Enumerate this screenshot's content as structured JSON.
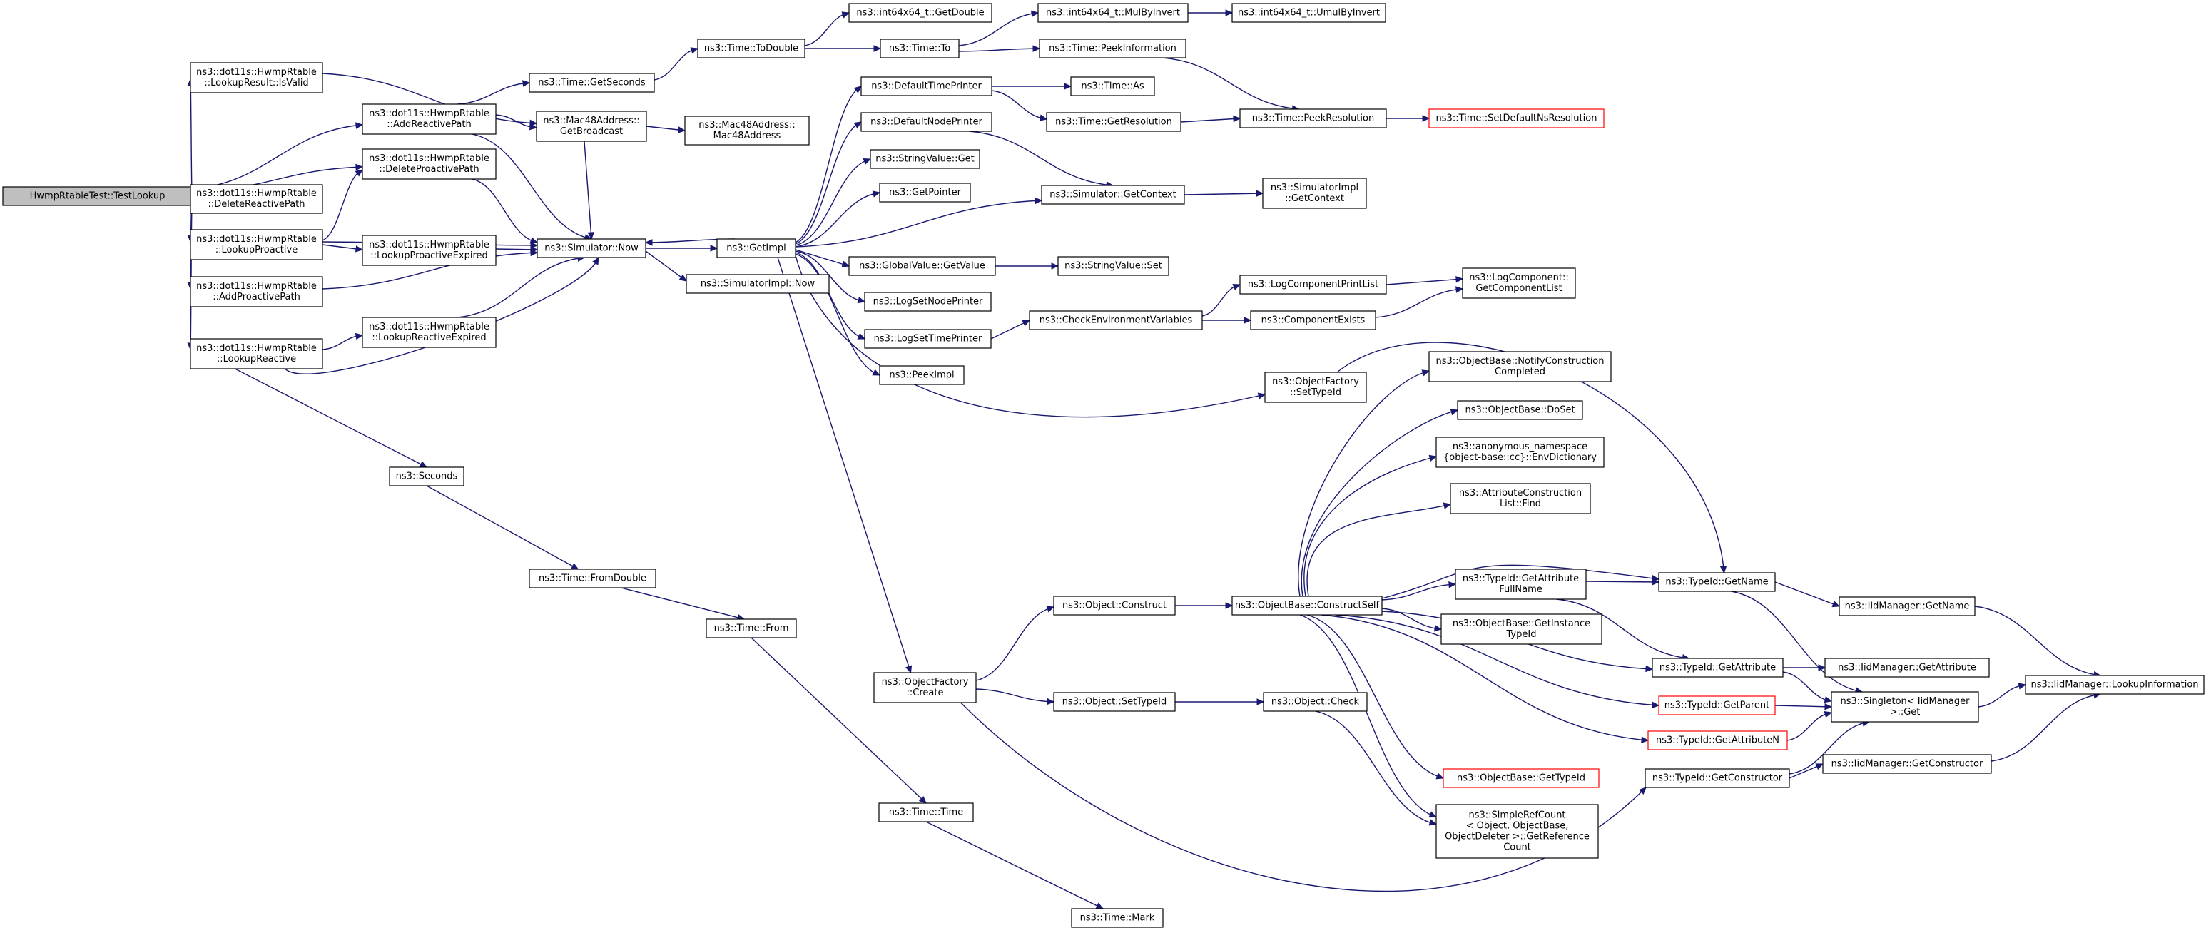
{
  "graph": {
    "accent": "#191970",
    "highlight_stroke": "#ff0000",
    "root_fill": "#bfbfbf",
    "nodes": [
      {
        "id": "root",
        "lines": [
          "HwmpRtableTest::TestLookup"
        ]
      },
      {
        "id": "isvalid",
        "lines": [
          "ns3::dot11s::HwmpRtable",
          "::LookupResult::IsValid"
        ]
      },
      {
        "id": "addreactive",
        "lines": [
          "ns3::dot11s::HwmpRtable",
          "::AddReactivePath"
        ]
      },
      {
        "id": "deleteproactive",
        "lines": [
          "ns3::dot11s::HwmpRtable",
          "::DeleteProactivePath"
        ]
      },
      {
        "id": "deletereactive",
        "lines": [
          "ns3::dot11s::HwmpRtable",
          "::DeleteReactivePath"
        ]
      },
      {
        "id": "lookupproactive",
        "lines": [
          "ns3::dot11s::HwmpRtable",
          "::LookupProactive"
        ]
      },
      {
        "id": "lookupproactiveexpired",
        "lines": [
          "ns3::dot11s::HwmpRtable",
          "::LookupProactiveExpired"
        ]
      },
      {
        "id": "addproactive",
        "lines": [
          "ns3::dot11s::HwmpRtable",
          "::AddProactivePath"
        ]
      },
      {
        "id": "lookupreactive",
        "lines": [
          "ns3::dot11s::HwmpRtable",
          "::LookupReactive"
        ]
      },
      {
        "id": "lookupreactiveexpired",
        "lines": [
          "ns3::dot11s::HwmpRtable",
          "::LookupReactiveExpired"
        ]
      },
      {
        "id": "getseconds",
        "lines": [
          "ns3::Time::GetSeconds"
        ]
      },
      {
        "id": "getbroadcast",
        "lines": [
          "ns3::Mac48Address::",
          "GetBroadcast"
        ]
      },
      {
        "id": "mac48ctor",
        "lines": [
          "ns3::Mac48Address::",
          "Mac48Address"
        ]
      },
      {
        "id": "simnow",
        "lines": [
          "ns3::Simulator::Now"
        ]
      },
      {
        "id": "seconds",
        "lines": [
          "ns3::Seconds"
        ]
      },
      {
        "id": "fromdouble",
        "lines": [
          "ns3::Time::FromDouble"
        ]
      },
      {
        "id": "timefrom",
        "lines": [
          "ns3::Time::From"
        ]
      },
      {
        "id": "timetime",
        "lines": [
          "ns3::Time::Time"
        ]
      },
      {
        "id": "timemark",
        "lines": [
          "ns3::Time::Mark"
        ]
      },
      {
        "id": "todouble",
        "lines": [
          "ns3::Time::ToDouble"
        ]
      },
      {
        "id": "getdouble",
        "lines": [
          "ns3::int64x64_t::GetDouble"
        ]
      },
      {
        "id": "timeto",
        "lines": [
          "ns3::Time::To"
        ]
      },
      {
        "id": "mulbyinvert",
        "lines": [
          "ns3::int64x64_t::MulByInvert"
        ]
      },
      {
        "id": "umulbyinvert",
        "lines": [
          "ns3::int64x64_t::UmulByInvert"
        ]
      },
      {
        "id": "peekinformation",
        "lines": [
          "ns3::Time::PeekInformation"
        ]
      },
      {
        "id": "getimpl",
        "lines": [
          "ns3::GetImpl"
        ]
      },
      {
        "id": "simimplnow",
        "lines": [
          "ns3::SimulatorImpl::Now"
        ]
      },
      {
        "id": "defaulttimeprinter",
        "lines": [
          "ns3::DefaultTimePrinter"
        ]
      },
      {
        "id": "timeas",
        "lines": [
          "ns3::Time::As"
        ]
      },
      {
        "id": "getresolution",
        "lines": [
          "ns3::Time::GetResolution"
        ]
      },
      {
        "id": "peekresolution",
        "lines": [
          "ns3::Time::PeekResolution"
        ]
      },
      {
        "id": "setdefaultns",
        "lines": [
          "ns3::Time::SetDefaultNsResolution"
        ]
      },
      {
        "id": "defaultnodeprinter",
        "lines": [
          "ns3::DefaultNodePrinter"
        ]
      },
      {
        "id": "stringvalueget",
        "lines": [
          "ns3::StringValue::Get"
        ]
      },
      {
        "id": "getpointer",
        "lines": [
          "ns3::GetPointer"
        ]
      },
      {
        "id": "getcontext",
        "lines": [
          "ns3::Simulator::GetContext"
        ]
      },
      {
        "id": "simimplgetcontext",
        "lines": [
          "ns3::SimulatorImpl",
          "::GetContext"
        ]
      },
      {
        "id": "globalvalueget",
        "lines": [
          "ns3::GlobalValue::GetValue"
        ]
      },
      {
        "id": "stringvalueset",
        "lines": [
          "ns3::StringValue::Set"
        ]
      },
      {
        "id": "logsetnodeprinter",
        "lines": [
          "ns3::LogSetNodePrinter"
        ]
      },
      {
        "id": "logsettimeprinter",
        "lines": [
          "ns3::LogSetTimePrinter"
        ]
      },
      {
        "id": "checkenv",
        "lines": [
          "ns3::CheckEnvironmentVariables"
        ]
      },
      {
        "id": "logcompprintlist",
        "lines": [
          "ns3::LogComponentPrintList"
        ]
      },
      {
        "id": "componentexists",
        "lines": [
          "ns3::ComponentExists"
        ]
      },
      {
        "id": "getcomponentlist",
        "lines": [
          "ns3::LogComponent::",
          "GetComponentList"
        ]
      },
      {
        "id": "peekimpl",
        "lines": [
          "ns3::PeekImpl"
        ]
      },
      {
        "id": "objfactorysettypeid",
        "lines": [
          "ns3::ObjectFactory",
          "::SetTypeId"
        ]
      },
      {
        "id": "objfactorycreate",
        "lines": [
          "ns3::ObjectFactory",
          "::Create"
        ]
      },
      {
        "id": "objectconstruct",
        "lines": [
          "ns3::Object::Construct"
        ]
      },
      {
        "id": "objectsettypeid",
        "lines": [
          "ns3::Object::SetTypeId"
        ]
      },
      {
        "id": "objectcheck",
        "lines": [
          "ns3::Object::Check"
        ]
      },
      {
        "id": "constructself",
        "lines": [
          "ns3::ObjectBase::ConstructSelf"
        ]
      },
      {
        "id": "notifyconstruction",
        "lines": [
          "ns3::ObjectBase::NotifyConstruction",
          "Completed"
        ]
      },
      {
        "id": "doset",
        "lines": [
          "ns3::ObjectBase::DoSet"
        ]
      },
      {
        "id": "envdictionary",
        "lines": [
          "ns3::anonymous_namespace",
          "{object-base::cc}::EnvDictionary"
        ]
      },
      {
        "id": "attrconstructfind",
        "lines": [
          "ns3::AttributeConstruction",
          "List::Find"
        ]
      },
      {
        "id": "getattributefullname",
        "lines": [
          "ns3::TypeId::GetAttribute",
          "FullName"
        ]
      },
      {
        "id": "getinstancetypeid",
        "lines": [
          "ns3::ObjectBase::GetInstance",
          "TypeId"
        ]
      },
      {
        "id": "typeidgetname",
        "lines": [
          "ns3::TypeId::GetName"
        ]
      },
      {
        "id": "iidgetname",
        "lines": [
          "ns3::IidManager::GetName"
        ]
      },
      {
        "id": "typeidgetattribute",
        "lines": [
          "ns3::TypeId::GetAttribute"
        ]
      },
      {
        "id": "iidgetattribute",
        "lines": [
          "ns3::IidManager::GetAttribute"
        ]
      },
      {
        "id": "typeidgetparent",
        "lines": [
          "ns3::TypeId::GetParent"
        ]
      },
      {
        "id": "singletonget",
        "lines": [
          "ns3::Singleton< IidManager",
          " >::Get"
        ]
      },
      {
        "id": "typeidgetattributen",
        "lines": [
          "ns3::TypeId::GetAttributeN"
        ]
      },
      {
        "id": "objbasegettypeid",
        "lines": [
          "ns3::ObjectBase::GetTypeId"
        ]
      },
      {
        "id": "getconstructor",
        "lines": [
          "ns3::TypeId::GetConstructor"
        ]
      },
      {
        "id": "iidgetconstructor",
        "lines": [
          "ns3::IidManager::GetConstructor"
        ]
      },
      {
        "id": "iidlookupinfo",
        "lines": [
          "ns3::IidManager::LookupInformation"
        ]
      },
      {
        "id": "getrefcount",
        "lines": [
          "ns3::SimpleRefCount",
          "< Object, ObjectBase,",
          " ObjectDeleter >::GetReference",
          "Count"
        ]
      }
    ]
  }
}
